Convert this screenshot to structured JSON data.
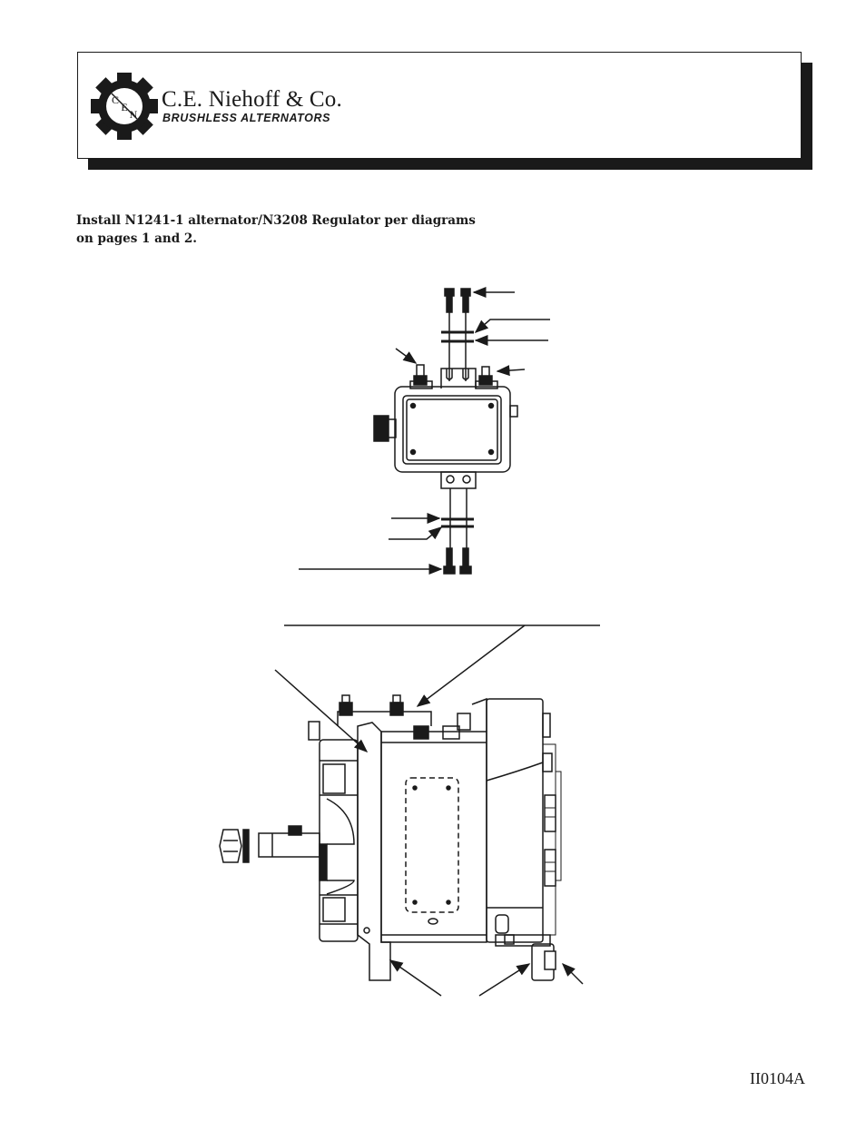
{
  "header": {
    "company_name": "C.E. Niehoff & Co.",
    "tagline": "BRUSHLESS ALTERNATORS",
    "logo_letters": [
      "C",
      "E",
      "N"
    ],
    "logo_icon": "gear-logo-icon"
  },
  "instructions": {
    "line1": "Install N1241-1 alternator/N3208 Regulator per diagrams",
    "line2": "on pages 1 and 2."
  },
  "diagrams": {
    "upper": "regulator-exploded-view",
    "lower": "alternator-side-view"
  },
  "footer": {
    "doc_id": "II0104A"
  },
  "colors": {
    "ink": "#1a1a1a",
    "paper": "#ffffff"
  }
}
